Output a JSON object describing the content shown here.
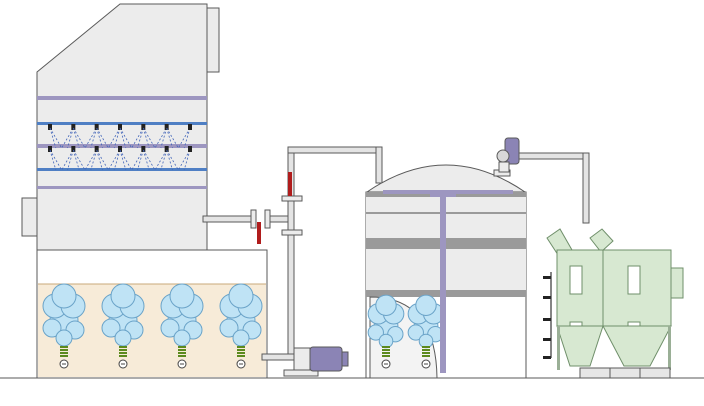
{
  "diagram": {
    "kind": "industrial-process-schematic",
    "labels": [],
    "colors": {
      "background": "#ffffff",
      "vessel_fill": "#ececec",
      "vessel_stroke": "#5a5a5a",
      "band_purple": "#9d96c0",
      "band_gray": "#9a9a9a",
      "accent_blue": "#4f7fc4",
      "spray_dash": "#3f63b8",
      "liquid": "#f7ebd8",
      "cloud_fill": "#bfe3f5",
      "cloud_stroke": "#6aa3c8",
      "nozzle_coil": "#5c8a1e",
      "valve_red": "#b01c1c",
      "pipe_fill": "#e4e4e4",
      "pump_fill": "#8b84b5",
      "separator_fill": "#d7e8d1",
      "separator_stroke": "#6f8f6a"
    },
    "components": [
      "absorption-tower",
      "spray-header",
      "aeration-tank",
      "aeration-diffuser",
      "circulation-pipe",
      "control-valve",
      "circulation-pump",
      "storage-tank",
      "agitator",
      "dust-collector"
    ],
    "counts": {
      "tower_aerators": 4,
      "tank_aerators": 2,
      "spray_nozzles_per_header": 7,
      "collector_hoppers": 2
    }
  }
}
